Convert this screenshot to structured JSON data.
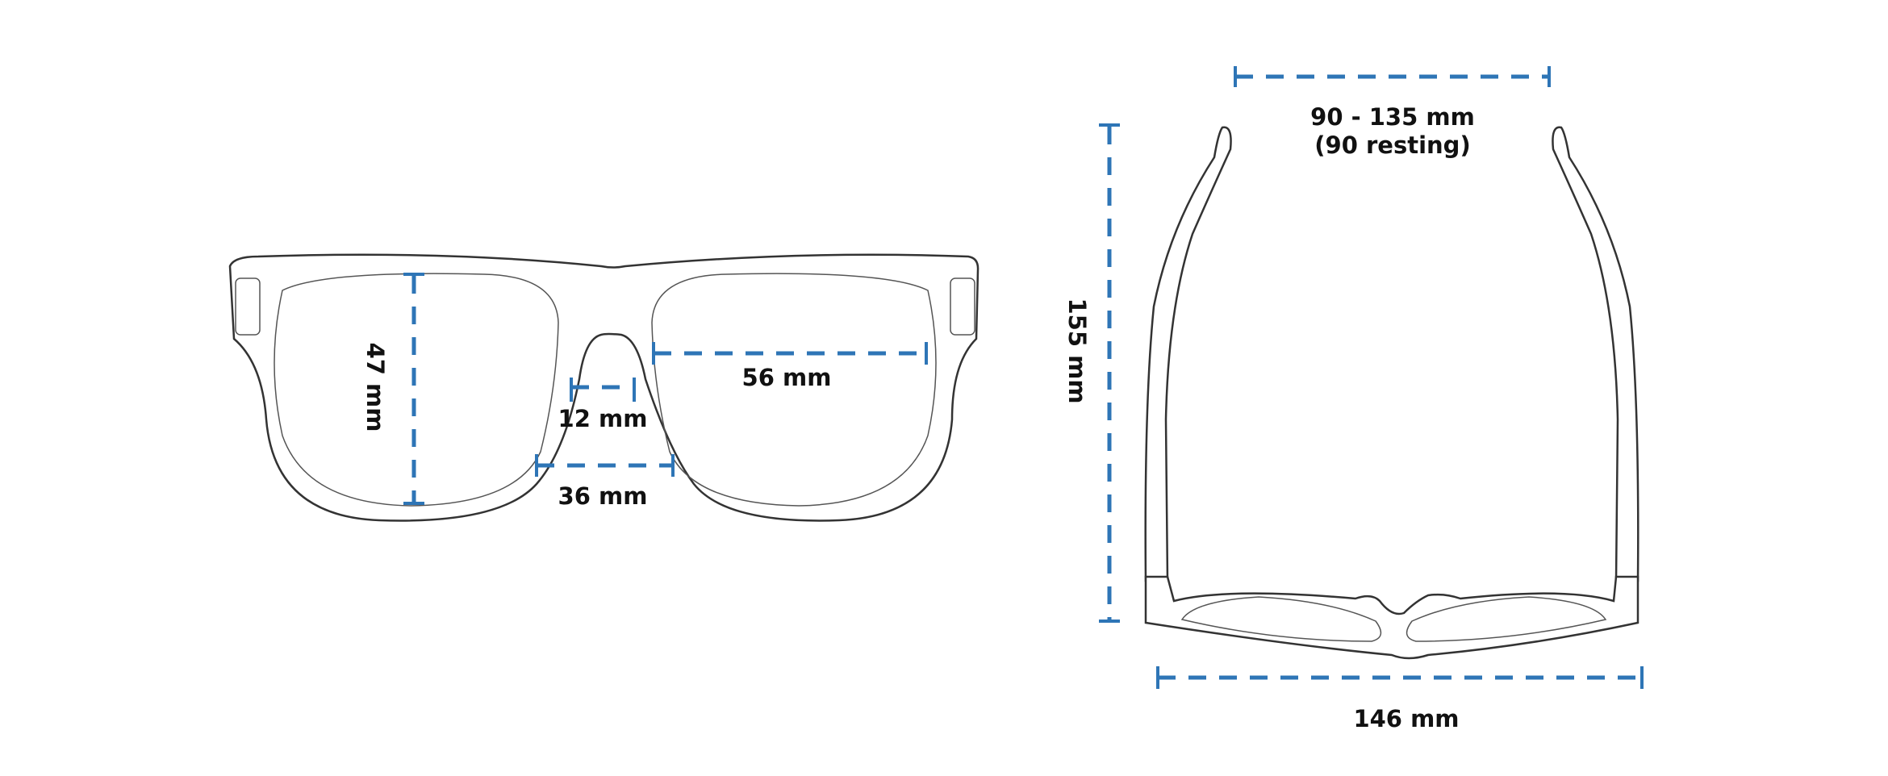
{
  "colors": {
    "dimension_line": "#2e75b6",
    "outline": "#333333",
    "text": "#111111"
  },
  "front_view": {
    "lens_height": "47 mm",
    "lens_width": "56 mm",
    "bridge_top": "12 mm",
    "bridge_bottom": "36 mm"
  },
  "top_view": {
    "temple_opening": "90 - 135 mm",
    "temple_opening_note": "(90 resting)",
    "temple_length": "155 mm",
    "frame_width": "146 mm"
  }
}
